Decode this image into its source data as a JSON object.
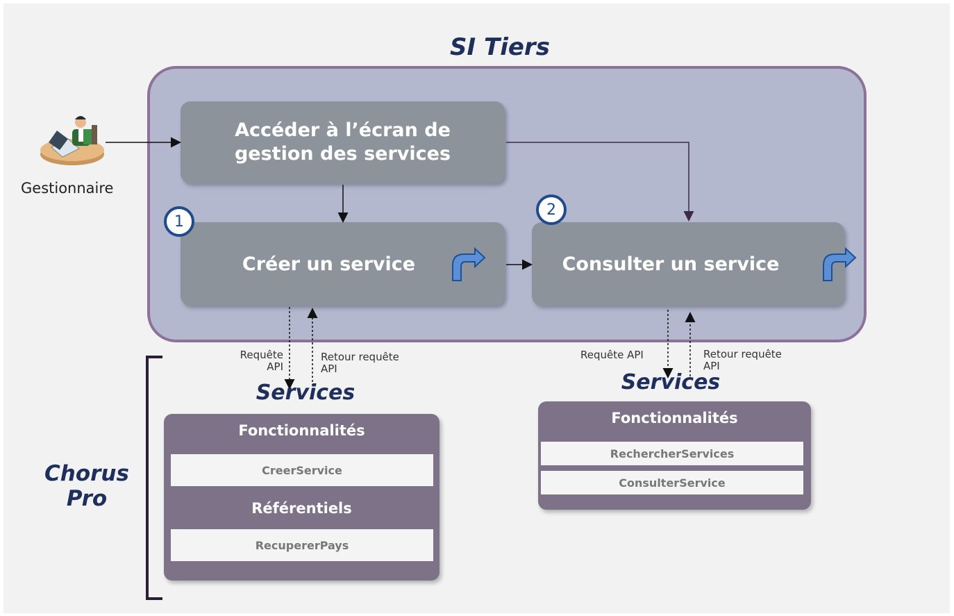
{
  "si_tiers_title": "SI Tiers",
  "actor": {
    "label": "Gestionnaire",
    "icon": "user-at-desk-icon"
  },
  "boxes": {
    "access": "Accéder à l’écran de gestion des services",
    "create": "Créer un service",
    "consult": "Consulter un service"
  },
  "badges": {
    "one": "1",
    "two": "2"
  },
  "left_flow": {
    "request": "Requête API",
    "return": "Retour requête API"
  },
  "right_flow": {
    "request": "Requête API",
    "return": "Retour requête API"
  },
  "services_title": "Services",
  "left_panel": {
    "heading1": "Fonctionnalités",
    "row1": "CreerService",
    "heading2": "Référentiels",
    "row2": "RecupererPays"
  },
  "right_panel": {
    "heading1": "Fonctionnalités",
    "row1": "RechercherServices",
    "row2": "ConsulterService"
  },
  "chorus_pro": {
    "line1": "Chorus",
    "line2": "Pro"
  },
  "colors": {
    "container": "#b4b8cf",
    "container_border": "#8c7198",
    "box": "#8c939b",
    "panel": "#7e7288",
    "title": "#1f2f5c",
    "badge": "#1e4a8e"
  }
}
